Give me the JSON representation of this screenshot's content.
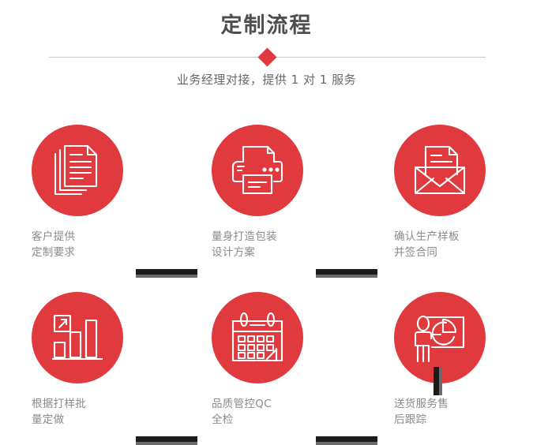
{
  "header": {
    "title": "定制流程",
    "subtitle": "业务经理对接，提供 1 对 1 服务",
    "divider_icon": "diamond-marker"
  },
  "colors": {
    "brand_red": "#e03a3e",
    "title_gray": "#4e4e4e",
    "label_gray": "#8a8a8a",
    "connector_dark": "#1c1c1c",
    "connector_shadow": "#6b6b6b",
    "divider_line": "#c9c9c9"
  },
  "flow": {
    "steps": [
      {
        "index": 1,
        "icon": "documents-stack-icon",
        "label": "客户提供\n定制要求"
      },
      {
        "index": 2,
        "icon": "printer-icon",
        "label": "量身打造包装\n设计方案"
      },
      {
        "index": 3,
        "icon": "envelope-document-icon",
        "label": "确认生产样板\n并签合同"
      },
      {
        "index": 4,
        "icon": "bar-chart-growth-icon",
        "label": "根据打样批\n量定做"
      },
      {
        "index": 5,
        "icon": "calendar-icon",
        "label": "品质管控QC\n全检"
      },
      {
        "index": 6,
        "icon": "presenter-pie-chart-icon",
        "label": "送货服务售\n后跟踪"
      }
    ],
    "connectors": [
      {
        "name": "connector-step1-step2",
        "orientation": "horizontal"
      },
      {
        "name": "connector-step2-step3",
        "orientation": "horizontal"
      },
      {
        "name": "connector-step3-step6",
        "orientation": "vertical"
      },
      {
        "name": "connector-step4-step5",
        "orientation": "horizontal"
      },
      {
        "name": "connector-step5-step6",
        "orientation": "horizontal"
      }
    ]
  }
}
